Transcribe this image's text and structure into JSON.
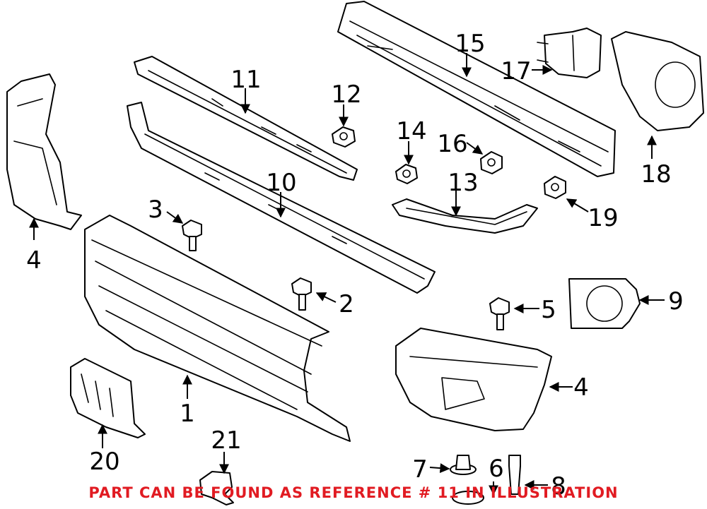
{
  "callouts": [
    "1",
    "2",
    "3",
    "4",
    "4",
    "5",
    "6",
    "7",
    "8",
    "9",
    "10",
    "11",
    "12",
    "13",
    "14",
    "15",
    "16",
    "17",
    "18",
    "19",
    "20",
    "21"
  ],
  "note": {
    "text": "PART CAN BE FOUND AS REFERENCE # 11 IN ILLUSTRATION",
    "color": "#e11b22"
  }
}
